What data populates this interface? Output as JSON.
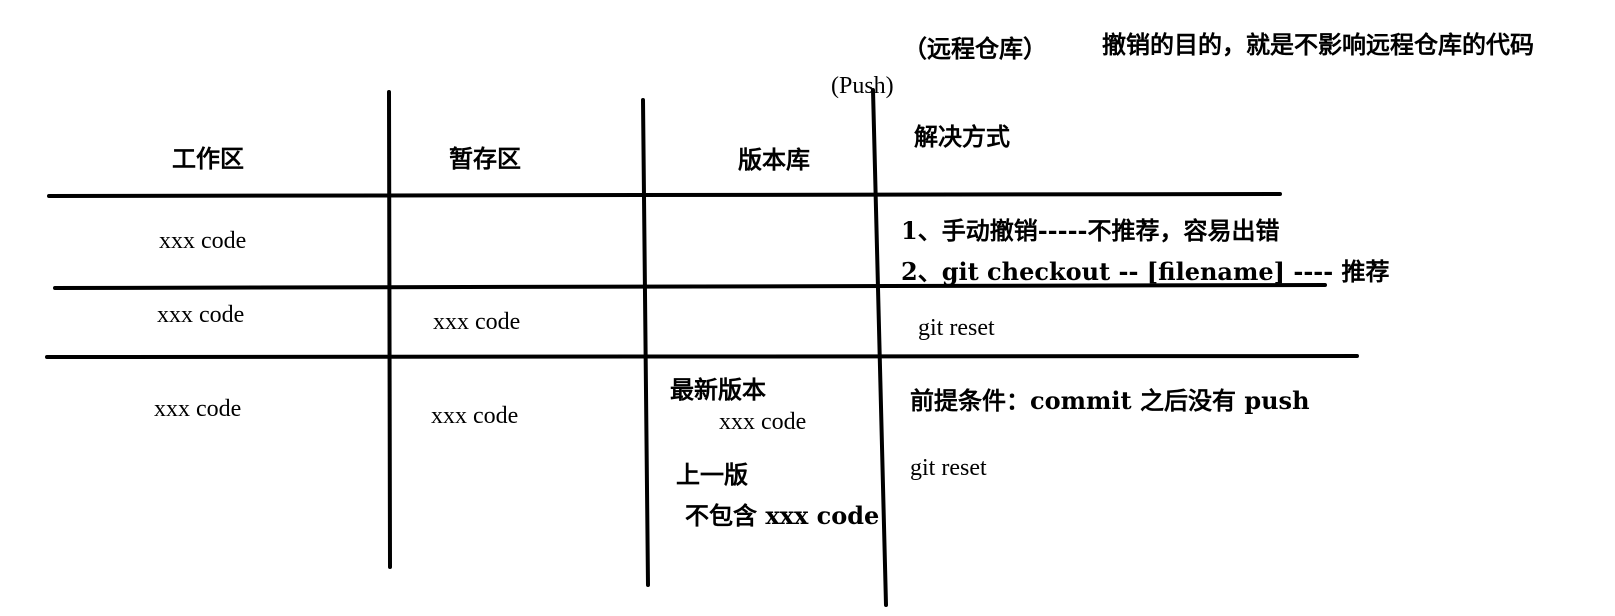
{
  "header": {
    "remote_repo": "（远程仓库）",
    "undo_purpose": "撤销的目的，就是不影响远程仓库的代码",
    "push_label": "(Push)"
  },
  "columns": {
    "workspace": "工作区",
    "staging": "暂存区",
    "repository": "版本库",
    "solution": "解决方式"
  },
  "row1": {
    "workspace_code": "xxx   code",
    "solution_1": "1、手动撤销-----不推荐，容易出错",
    "solution_2": "2、git  checkout -- [filename]  ---- 推荐"
  },
  "row2": {
    "workspace_code": "xxx   code",
    "staging_code": "xxx   code",
    "solution": "git  reset"
  },
  "row3": {
    "workspace_code": "xxx   code",
    "staging_code": "xxx   code",
    "latest_version": "最新版本",
    "latest_code": "xxx   code",
    "previous_version": "上一版",
    "previous_desc": "不包含 xxx code",
    "precondition": "前提条件：commit 之后没有 push",
    "solution": "git reset"
  }
}
